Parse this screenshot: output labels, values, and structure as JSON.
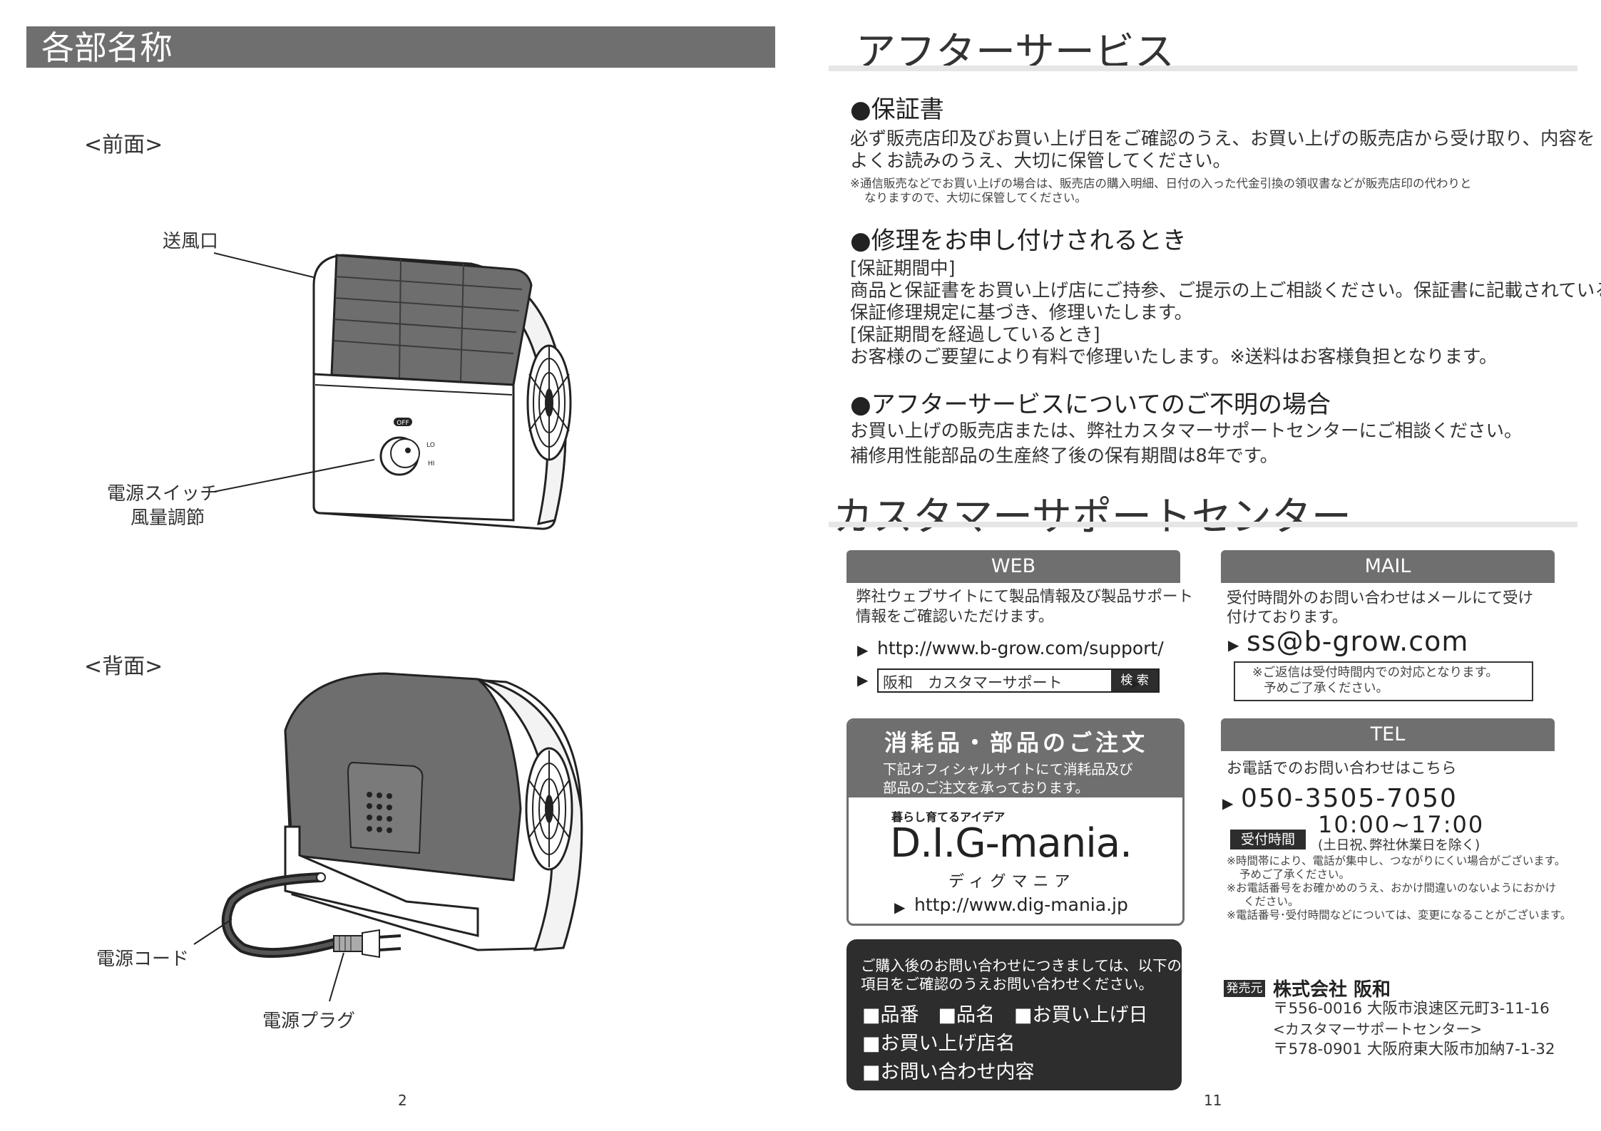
{
  "left_page": {
    "title": "各部名称",
    "front_label": "<前面>",
    "back_label": "<背面>",
    "parts": {
      "outlet": "送風口",
      "switch_line1": "電源スイッチ",
      "switch_line2": "風量調節",
      "cord": "電源コード",
      "plug": "電源プラグ"
    },
    "dial": {
      "off": "OFF",
      "lo": "LO",
      "hi": "HI"
    },
    "page_number": "2"
  },
  "right_page": {
    "title": "アフターサービス",
    "warranty": {
      "heading": "●保証書",
      "line1": "必ず販売店印及びお買い上げ日をご確認のうえ、お買い上げの販売店から受け取り、内容を",
      "line2": "よくお読みのうえ、大切に保管してください。",
      "note1": "※通信販売などでお買い上げの場合は、販売店の購入明細、日付の入った代金引換の領収書などが販売店印の代わりと",
      "note2": "なりますので、大切に保管してください。"
    },
    "repair": {
      "heading": "●修理をお申し付けされるとき",
      "l1": "[保証期間中]",
      "l2": "商品と保証書をお買い上げ店にご持参、ご提示の上ご相談ください。保証書に記載されている",
      "l3": "保証修理規定に基づき、修理いたします。",
      "l4": "[保証期間を経過しているとき]",
      "l5": "お客様のご要望により有料で修理いたします。※送料はお客様負担となります。"
    },
    "inquiry": {
      "heading": "●アフターサービスについてのご不明の場合",
      "l1": "お買い上げの販売店または、弊社カスタマーサポートセンターにご相談ください。",
      "l2": "補修用性能部品の生産終了後の保有期間は8年です。"
    },
    "support_title": "カスタマーサポートセンター",
    "web": {
      "bar": "WEB",
      "desc1": "弊社ウェブサイトにて製品情報及び製品サポート",
      "desc2": "情報をご確認いただけます。",
      "url": "http://www.b-grow.com/support/",
      "search_text": "阪和　カスタマーサポート",
      "search_button": "検 索"
    },
    "mail": {
      "bar": "MAIL",
      "desc1": "受付時間外のお問い合わせはメールにて受け",
      "desc2": "付けております。",
      "address": "ss@b-grow.com",
      "note1": "※ご返信は受付時間内での対応となります。",
      "note2": "予めご了承ください。"
    },
    "parts_order": {
      "title": "消耗品・部品のご注文",
      "desc1": "下記オフィシャルサイトにて消耗品及び",
      "desc2": "部品のご注文を承っております。",
      "tagline": "暮らし育てるアイデア",
      "brand": "D.I.G-mania.",
      "brand_kana": "ディグマニア",
      "url": "http://www.dig-mania.jp"
    },
    "tel": {
      "bar": "TEL",
      "desc": "お電話でのお問い合わせはこちら",
      "number": "050-3505-7050",
      "hours_badge": "受付時間",
      "hours": "10:00~17:00",
      "holiday": "(土日祝､弊社休業日を除く)",
      "n1": "※時間帯により、電話が集中し、つながりにくい場合がございます。",
      "n2": "予めご了承ください。",
      "n3": "※お電話番号をお確かめのうえ、おかけ間違いのないようにおかけ",
      "n4": "ください。",
      "n5": "※電話番号･受付時間などについては、変更になることがございます。"
    },
    "checklist": {
      "intro1": "ご購入後のお問い合わせにつきましては、以下の",
      "intro2": "項目をご確認のうえお問い合わせください。",
      "row1": "■品番　■品名　■お買い上げ日",
      "row2": "■お買い上げ店名",
      "row3": "■お問い合わせ内容"
    },
    "company": {
      "badge": "発売元",
      "name": "株式会社 阪和",
      "addr1": "〒556-0016 大阪市浪速区元町3-11-16",
      "center": "<カスタマーサポートセンター>",
      "addr2": "〒578-0901 大阪府東大阪市加納7-1-32"
    },
    "page_number": "11"
  },
  "colors": {
    "header_gray": "#6f6f6f",
    "dark_box": "#2d2d2d",
    "rule_gray": "#e6e6e6",
    "fan_gray": "#6e6e6e"
  }
}
